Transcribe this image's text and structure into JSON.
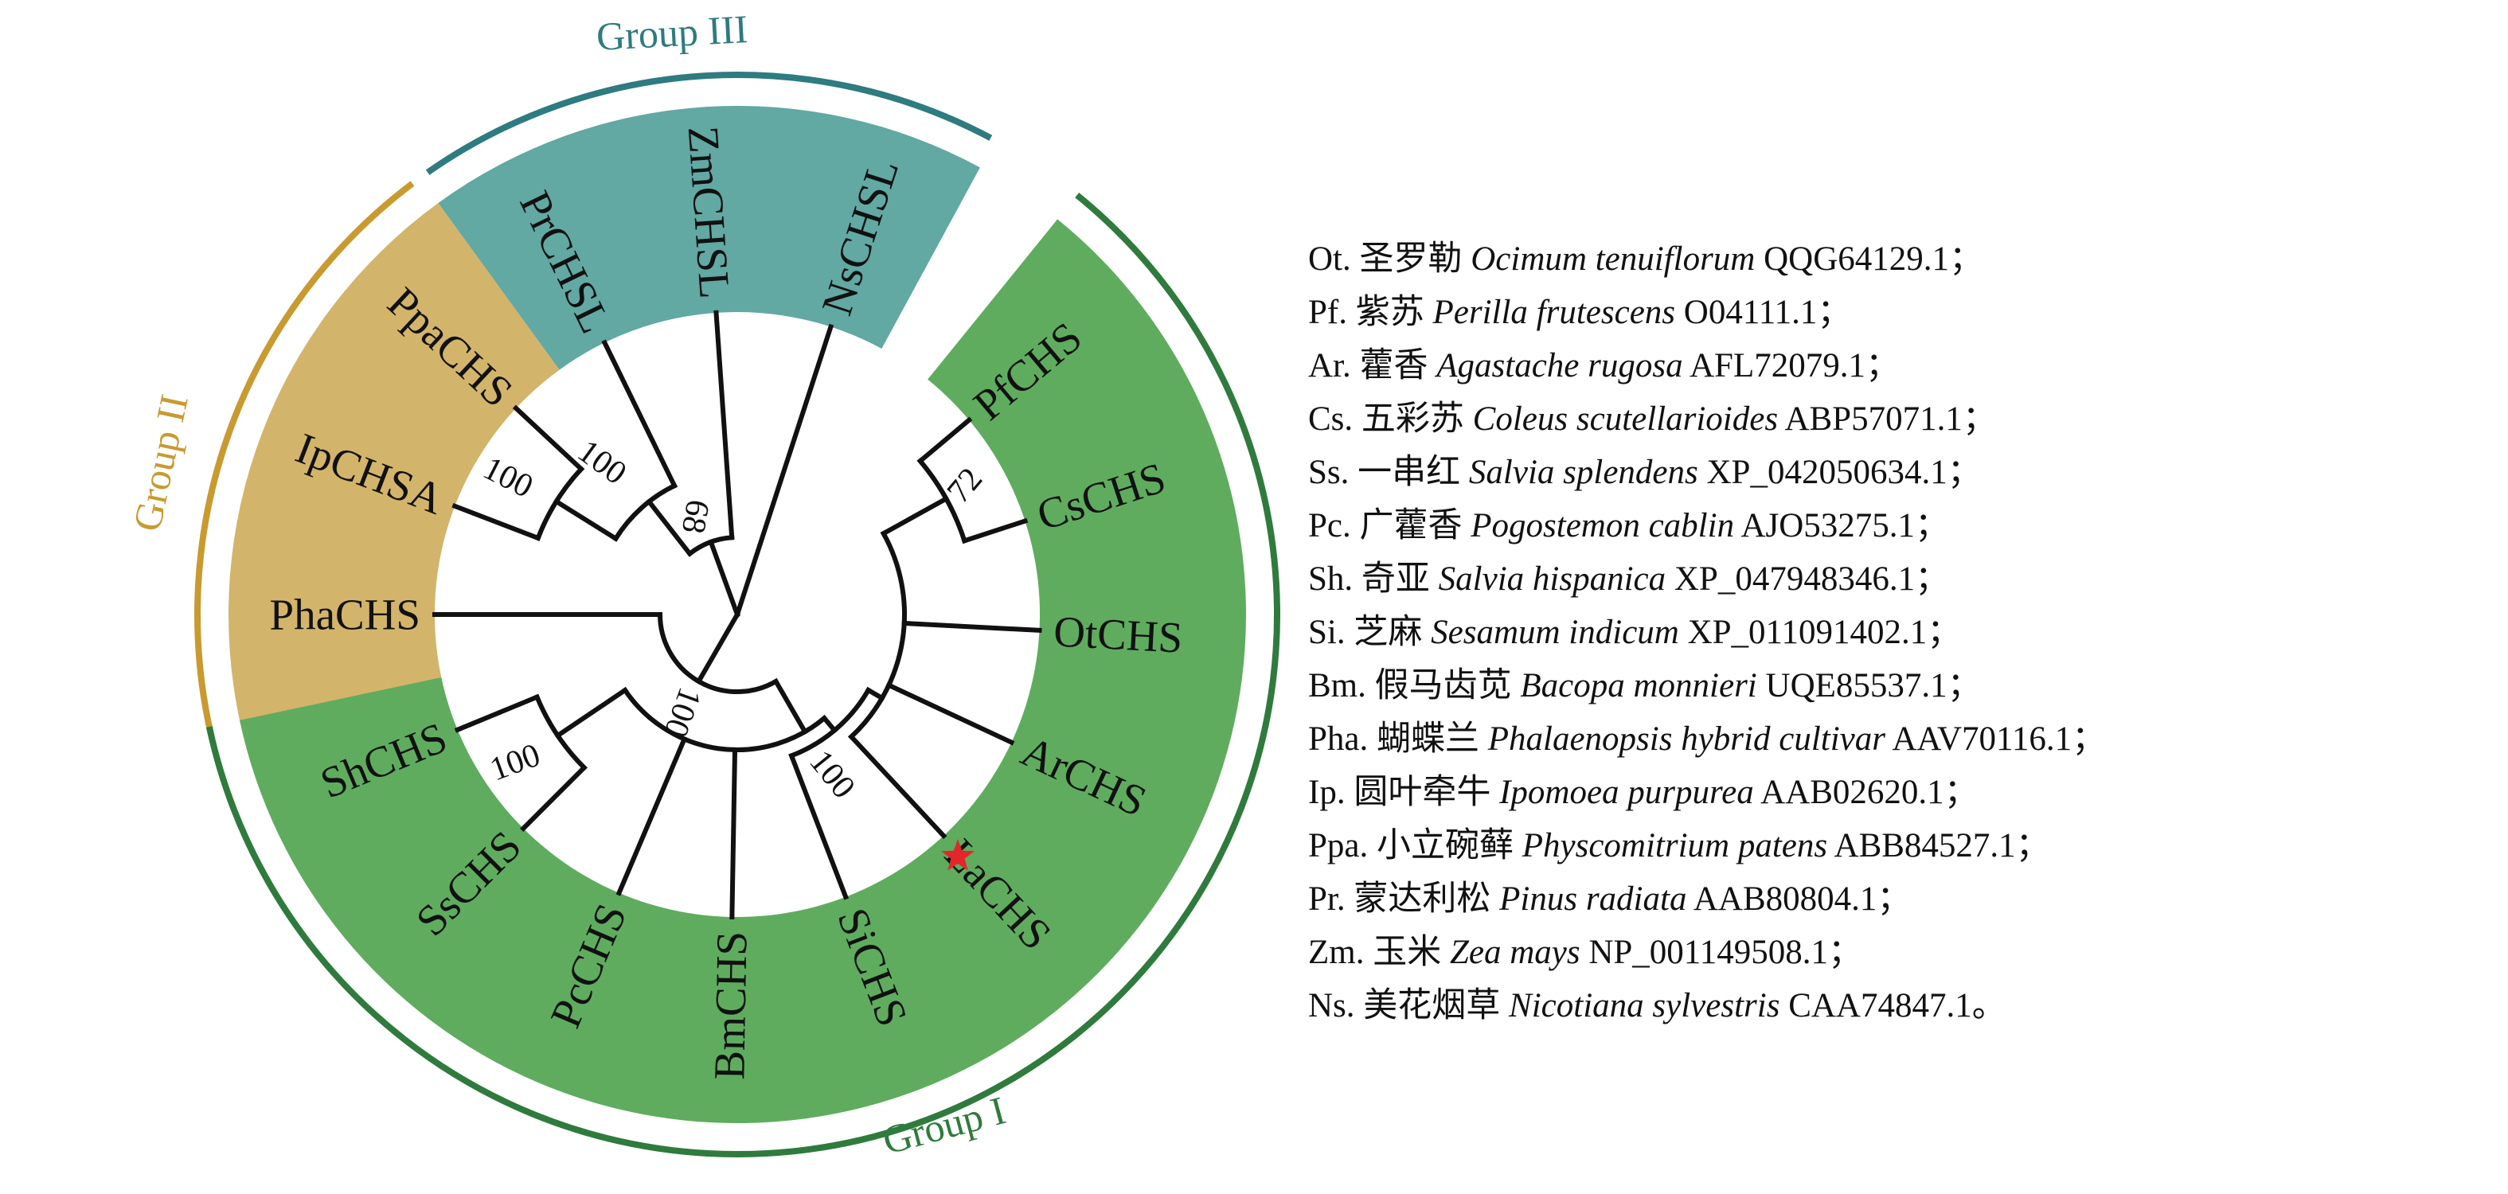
{
  "colors": {
    "group1_fill": "#5fac5f",
    "group2_fill": "#d3b46b",
    "group3_fill": "#62a8a3",
    "group1_arc": "#2f7b3d",
    "group2_arc": "#c99a30",
    "group3_arc": "#2e7b80",
    "star": "#e3262c"
  },
  "groups": {
    "group1": "Group I",
    "group2": "Group II",
    "group3": "Group III"
  },
  "leaves": [
    "PfCHS",
    "CsCHS",
    "OtCHS",
    "ArCHS",
    "LaCHS",
    "SiCHS",
    "BmCHS",
    "PcCHS",
    "SsCHS",
    "ShCHS",
    "PhaCHS",
    "IpCHSA",
    "PpaCHS",
    "PrCHSL",
    "ZmCHSL",
    "NsCHSL"
  ],
  "highlighted_leaf": "LaCHS",
  "bootstrap": {
    "Ppa_Ip": "100",
    "Ppa_Ip_Pr": "100",
    "groupII_III_Zm": "68",
    "Pf_Cs": "72",
    "root_groupI": "100",
    "Sh_Ss": "100",
    "Si_clade": "100"
  },
  "legend": [
    {
      "abbr": "Ot.",
      "cn": "圣罗勒",
      "latin": "Ocimum tenuiflorum",
      "acc": "QQG64129.1；"
    },
    {
      "abbr": "Pf.",
      "cn": "紫苏",
      "latin": "Perilla frutescens",
      "acc": "O04111.1；"
    },
    {
      "abbr": "Ar.",
      "cn": "藿香",
      "latin": "Agastache rugosa",
      "acc": "AFL72079.1；"
    },
    {
      "abbr": "Cs.",
      "cn": "五彩苏",
      "latin": "Coleus scutellarioides",
      "acc": "ABP57071.1；"
    },
    {
      "abbr": "Ss.",
      "cn": "一串红",
      "latin": "Salvia splendens",
      "acc": "XP_042050634.1；"
    },
    {
      "abbr": "Pc.",
      "cn": "广藿香",
      "latin": "Pogostemon cablin",
      "acc": "AJO53275.1；"
    },
    {
      "abbr": "Sh.",
      "cn": "奇亚",
      "latin": "Salvia hispanica",
      "acc": "XP_047948346.1；"
    },
    {
      "abbr": "Si.",
      "cn": "芝麻",
      "latin": "Sesamum indicum",
      "acc": "XP_011091402.1；"
    },
    {
      "abbr": "Bm.",
      "cn": "假马齿苋",
      "latin": "Bacopa monnieri",
      "acc": "UQE85537.1；"
    },
    {
      "abbr": "Pha.",
      "cn": "蝴蝶兰",
      "latin": "Phalaenopsis hybrid cultivar",
      "acc": "AAV70116.1；"
    },
    {
      "abbr": "Ip.",
      "cn": "圆叶牵牛",
      "latin": "Ipomoea purpurea",
      "acc": "AAB02620.1；"
    },
    {
      "abbr": "Ppa.",
      "cn": "小立碗藓",
      "latin": "Physcomitrium patens",
      "acc": "ABB84527.1；"
    },
    {
      "abbr": "Pr.",
      "cn": "蒙达利松",
      "latin": "Pinus radiata",
      "acc": "AAB80804.1；"
    },
    {
      "abbr": "Zm.",
      "cn": "玉米",
      "latin": "Zea mays",
      "acc": "NP_001149508.1；"
    },
    {
      "abbr": "Ns.",
      "cn": "美花烟草",
      "latin": "Nicotiana sylvestris",
      "acc": "CAA74847.1。"
    }
  ]
}
